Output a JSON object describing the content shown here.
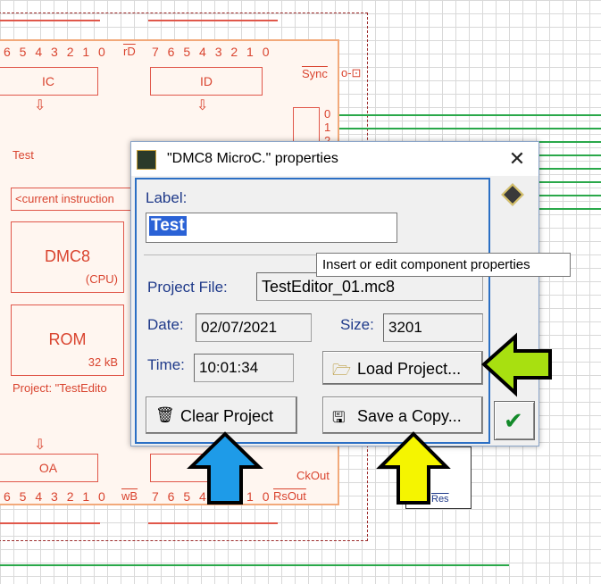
{
  "background": {
    "top_bits_left": "6 5 4 3 2 1 0",
    "top_bits_right": "7 6 5 4 3 2 1 0",
    "rd_label": "rD",
    "ic_label": "IC",
    "id_label": "ID",
    "sync_label": "Sync",
    "out_digits": [
      "0",
      "1",
      "2"
    ],
    "test_label": "Test",
    "current_instruction": "<current instruction",
    "dmc8_label": "DMC8",
    "cpu_label": "(CPU)",
    "rom_label": "ROM",
    "rom_size": "32 kB",
    "project_label": "Project: \"TestEdito",
    "oa_label": "OA",
    "ckout_label": "CkOut",
    "bottom_bits_left": "6 5 4 3 2 1 0",
    "wb_label": "wB",
    "bottom_bits_right": "7 6 5 4 3 2 1 0",
    "rsout_label": "RsOut",
    "res_label": "Res"
  },
  "dialog": {
    "title": "\"DMC8 MicroC.\" properties",
    "close_glyph": "✕",
    "label_caption": "Label:",
    "label_value": "Test",
    "project_file_caption": "Project File:",
    "project_file_value": "TestEditor_01.mc8",
    "date_caption": "Date:",
    "date_value": "02/07/2021",
    "size_caption": "Size:",
    "size_value": "3201",
    "time_caption": "Time:",
    "time_value": "10:01:34",
    "load_project_label": "Load Project...",
    "clear_project_label": "Clear Project",
    "save_copy_label": "Save a Copy...",
    "tooltip": "Insert or edit component properties",
    "ok_glyph": "✔"
  },
  "icons": {
    "load": "folder-open-icon",
    "clear": "trash-icon",
    "save": "floppy-disk-icon",
    "edit": "chip-edit-icon",
    "ok": "checkmark-icon"
  },
  "colors": {
    "arrow_green": "#a8e010",
    "arrow_blue": "#1e9be8",
    "arrow_yellow": "#f5f500",
    "accent": "#2b6fc4"
  }
}
